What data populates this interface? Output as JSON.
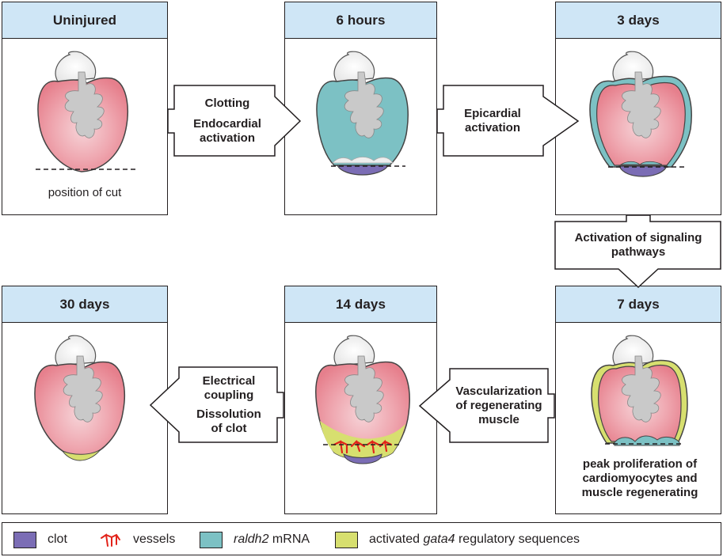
{
  "colors": {
    "clot": "#7b6db5",
    "vessels": "#e2231a",
    "raldh2": "#7cc1c4",
    "gata4": "#d7df6f",
    "myocardium": "#e8828f",
    "header": "#cfe6f6",
    "lumen": "#c8c8c8"
  },
  "panels": [
    {
      "id": "uninjured",
      "title": "Uninjured",
      "caption": "position of cut"
    },
    {
      "id": "6-hours",
      "title": "6 hours"
    },
    {
      "id": "3-days",
      "title": "3 days"
    },
    {
      "id": "7-days",
      "title": "7 days",
      "caption": "peak proliferation of cardiomyocytes and muscle regenerating"
    },
    {
      "id": "14-days",
      "title": "14 days"
    },
    {
      "id": "30-days",
      "title": "30 days"
    }
  ],
  "arrows": {
    "a1": {
      "line1": "Clotting",
      "line2": "Endocardial",
      "line3": "activation"
    },
    "a2": {
      "line1": "Epicardial",
      "line2": "activation"
    },
    "a3": {
      "line1": "Activation of signaling",
      "line2": "pathways"
    },
    "a4": {
      "line1": "Vascularization",
      "line2": "of regenerating",
      "line3": "muscle"
    },
    "a5": {
      "line1": "Electrical",
      "line2": "coupling",
      "line3": "Dissolution",
      "line4": "of clot"
    }
  },
  "legend": {
    "clot": "clot",
    "vessels": "vessels",
    "raldh2_gene": "raldh2",
    "raldh2_suffix": " mRNA",
    "gata4_prefix": "activated ",
    "gata4_gene": "gata4",
    "gata4_suffix": " regulatory sequences"
  }
}
